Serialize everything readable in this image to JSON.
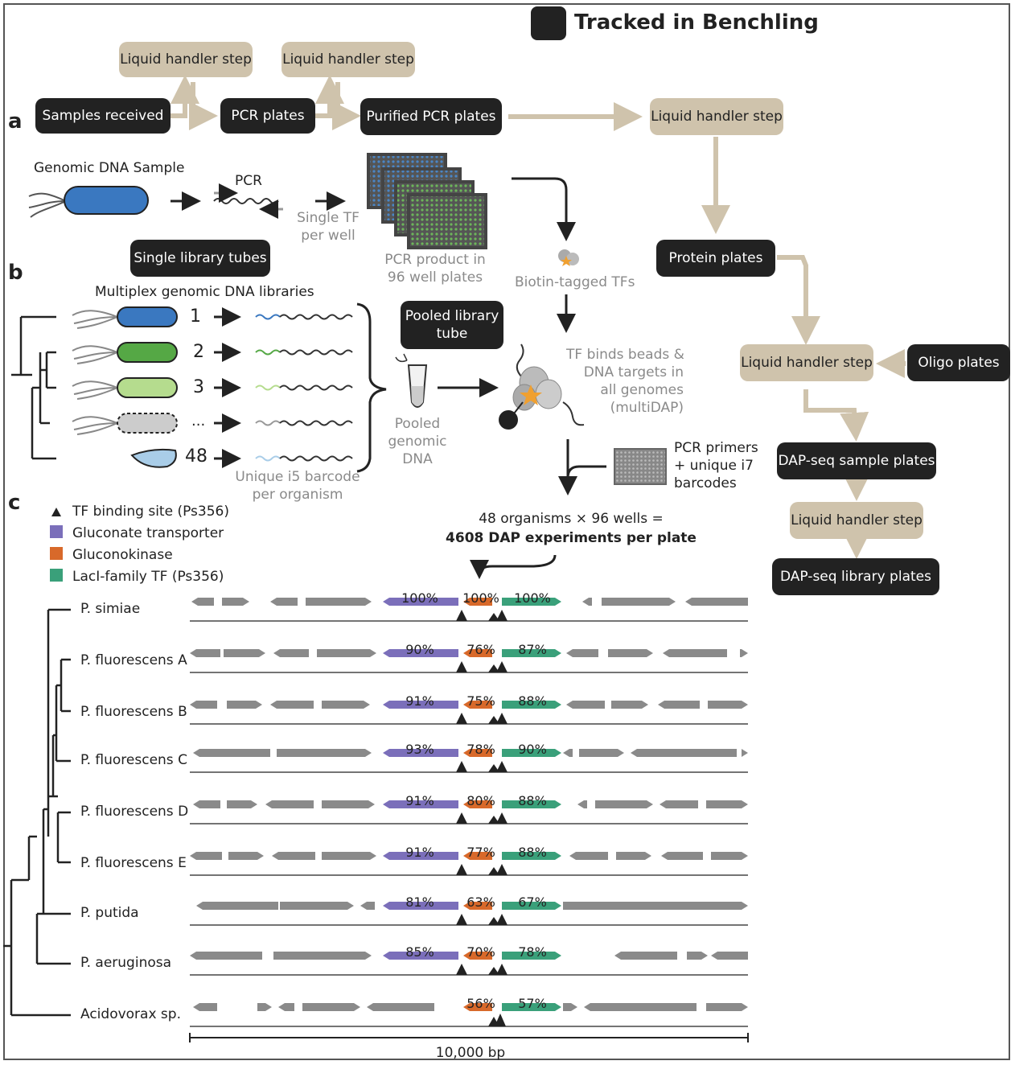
{
  "legend_top": {
    "label": "Tracked in Benchling"
  },
  "workflow": {
    "lh1": "Liquid handler step",
    "lh2": "Liquid handler step",
    "lh3": "Liquid handler step",
    "lh4": "Liquid handler step",
    "lh5": "Liquid handler step",
    "samples_received": "Samples received",
    "pcr_plates": "PCR plates",
    "purified_pcr_plates": "Purified PCR plates",
    "protein_plates": "Protein plates",
    "oligo_plates": "Oligo plates",
    "dapseq_sample_plates": "DAP-seq sample plates",
    "dapseq_library_plates": "DAP-seq library plates",
    "single_library_tubes": "Single library tubes",
    "pooled_library_tube": [
      "Pooled library",
      "tube"
    ]
  },
  "panel_labels": {
    "a": "a",
    "b": "b",
    "c": "c"
  },
  "panel_a": {
    "genomic_sample": "Genomic DNA Sample",
    "pcr": "PCR",
    "single_tf": [
      "Single TF",
      "per well"
    ],
    "pcr_product": [
      "PCR product in",
      "96 well plates"
    ],
    "biotin": "Biotin-tagged TFs"
  },
  "panel_b": {
    "multiplex": "Multiplex genomic DNA libraries",
    "rows": [
      "1",
      "2",
      "3",
      "...",
      "48"
    ],
    "unique_i5": [
      "Unique i5 barcode",
      "per organism"
    ],
    "pooled_dna": [
      "Pooled",
      "genomic",
      "DNA"
    ],
    "tf_binds": [
      "TF binds beads &",
      "DNA targets in",
      "all genomes",
      "(multiDAP)"
    ],
    "pcr_primers": [
      "PCR primers",
      "+ unique i7",
      "barcodes"
    ],
    "math": "48 organisms × 96 wells =",
    "total": "4608 DAP experiments per plate"
  },
  "panel_c": {
    "legend": [
      {
        "label": "TF binding site (Ps356)",
        "color": "#222222"
      },
      {
        "label": "Gluconate transporter",
        "color": "#7b6fba"
      },
      {
        "label": "Gluconokinase",
        "color": "#d8692a"
      },
      {
        "label": "LacI-family TF (Ps356)",
        "color": "#3aa07a"
      }
    ],
    "organisms": [
      {
        "name": "P. simiae",
        "pct": [
          "100%",
          "100%",
          "100%"
        ]
      },
      {
        "name": "P. fluorescens A",
        "pct": [
          "90%",
          "76%",
          "87%"
        ]
      },
      {
        "name": "P. fluorescens B",
        "pct": [
          "91%",
          "75%",
          "88%"
        ]
      },
      {
        "name": "P. fluorescens C",
        "pct": [
          "93%",
          "78%",
          "90%"
        ]
      },
      {
        "name": "P. fluorescens D",
        "pct": [
          "91%",
          "80%",
          "88%"
        ]
      },
      {
        "name": "P. fluorescens E",
        "pct": [
          "91%",
          "77%",
          "88%"
        ]
      },
      {
        "name": "P. putida",
        "pct": [
          "81%",
          "63%",
          "67%"
        ]
      },
      {
        "name": "P. aeruginosa",
        "pct": [
          "85%",
          "70%",
          "78%"
        ]
      },
      {
        "name": "Acidovorax sp.",
        "pct": [
          "",
          "56%",
          "57%"
        ]
      }
    ],
    "scale": "10,000 bp"
  },
  "colors": {
    "dark": "#222222",
    "tan": "#cfc3ac",
    "gene": "#8a8a8a",
    "blue": "#3a78c0",
    "green": "#55a845",
    "lightgreen": "#b5dc8e",
    "paleblue": "#a9cde8"
  }
}
